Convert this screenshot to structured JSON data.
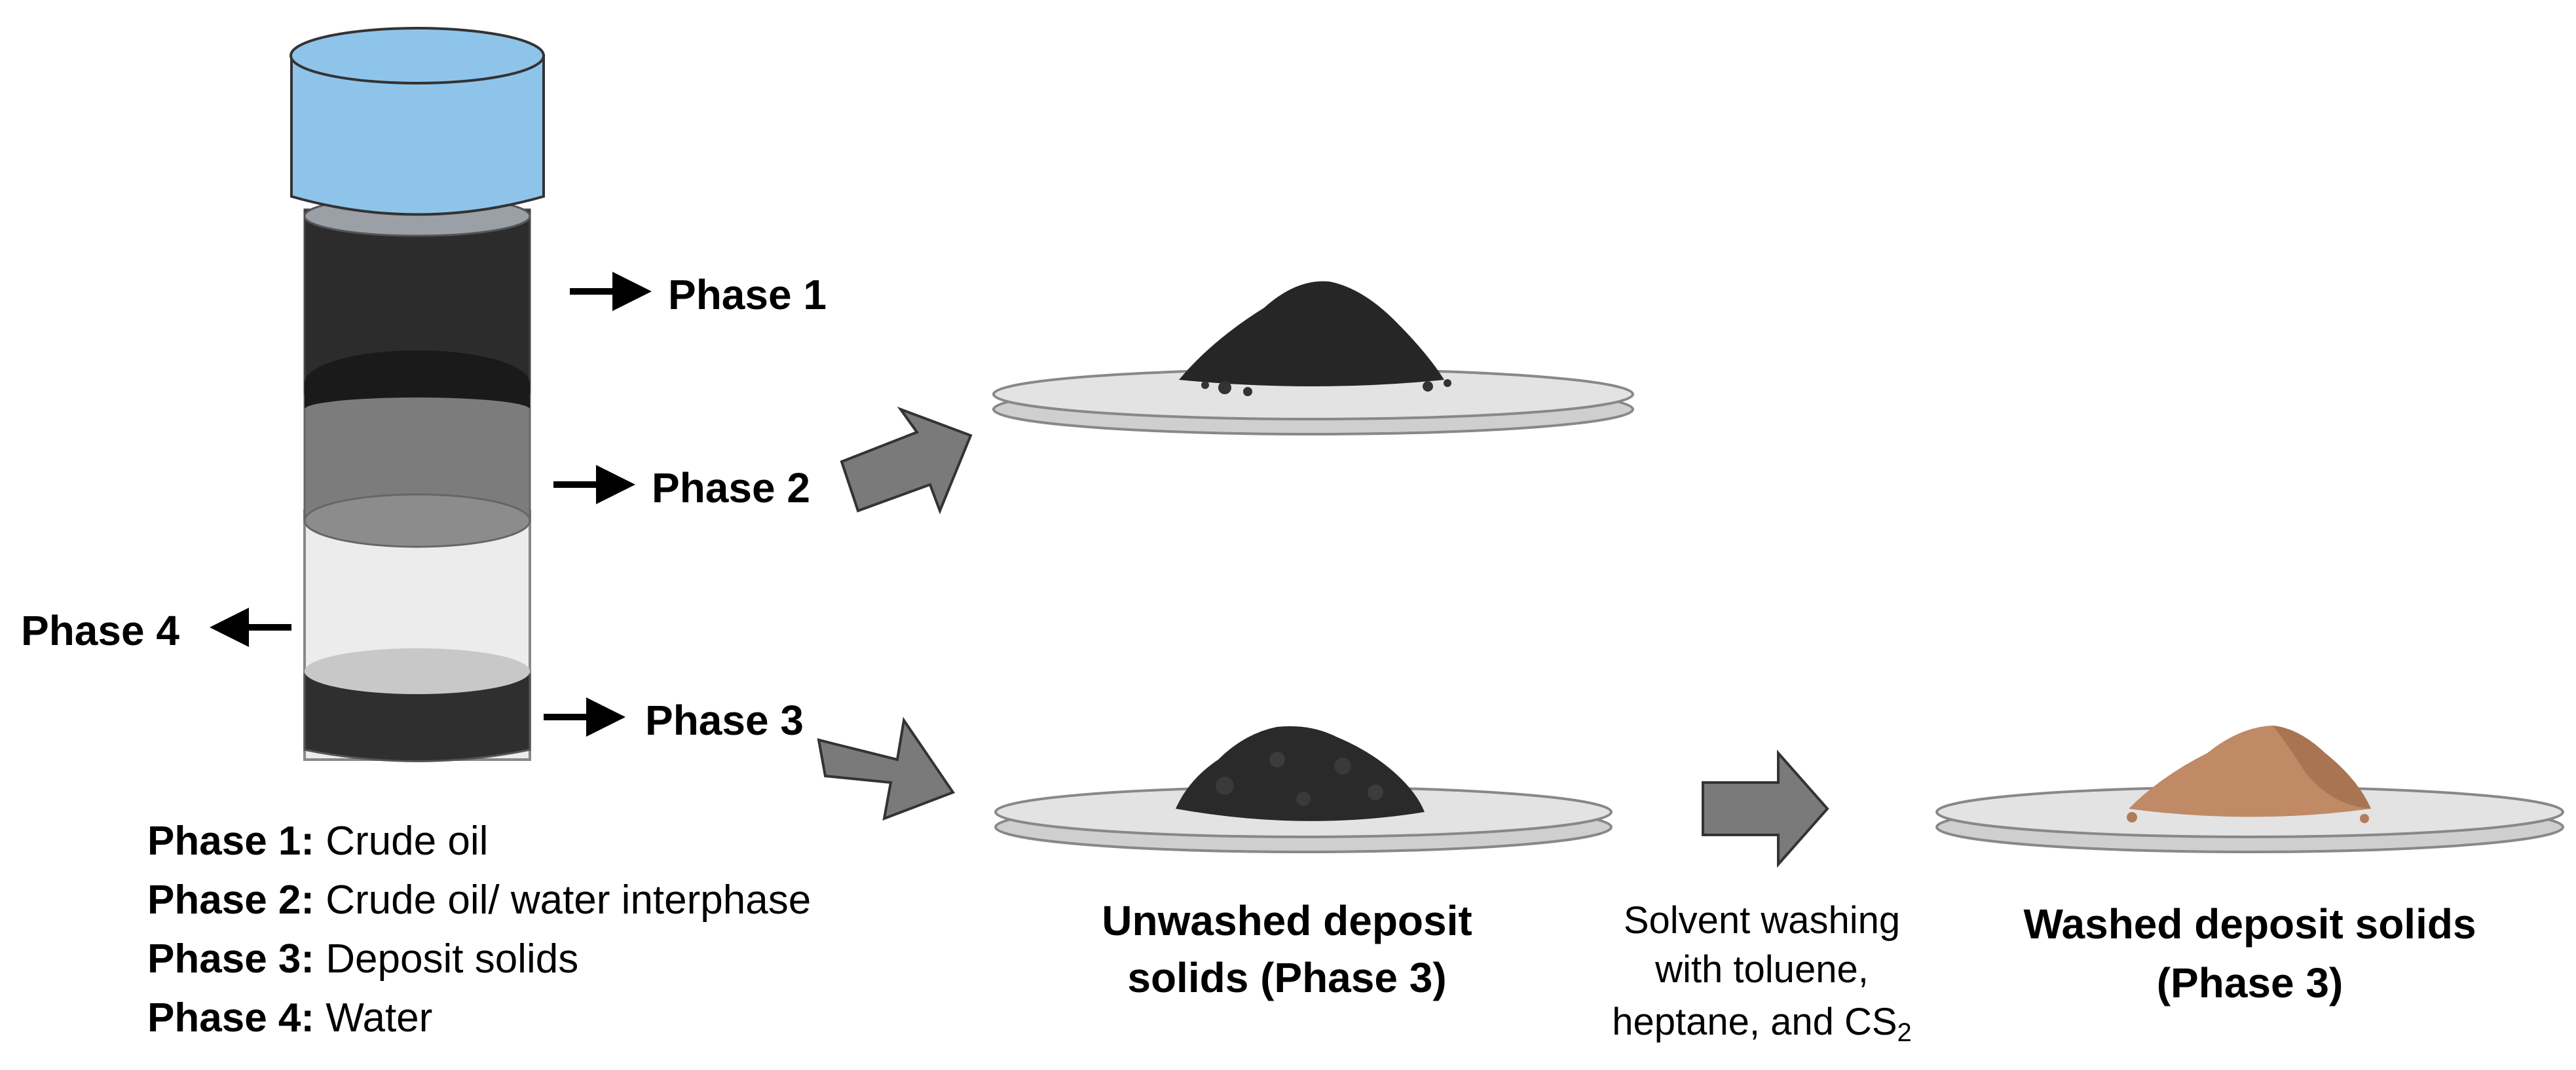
{
  "vial": {
    "labels": {
      "phase1": "Phase 1",
      "phase2": "Phase 2",
      "phase3": "Phase 3",
      "phase4": "Phase 4"
    }
  },
  "legend": [
    {
      "key": "Phase 1:",
      "value": " Crude oil"
    },
    {
      "key": "Phase 2:",
      "value": " Crude oil/ water interphase"
    },
    {
      "key": "Phase 3:",
      "value": " Deposit solids"
    },
    {
      "key": "Phase 4:",
      "value": " Water"
    }
  ],
  "captions": {
    "unwashed_line1": "Unwashed deposit",
    "unwashed_line2": "solids (Phase 3)",
    "washing_line1": "Solvent washing",
    "washing_line2": "with toluene,",
    "washing_line3_main": "heptane, and CS",
    "washing_line3_sub": "2",
    "washed_line1": "Washed deposit solids",
    "washed_line2": "(Phase 3)"
  },
  "colors": {
    "cap": "#8ec4ea",
    "crude_oil": "#2b2b2b",
    "interphase": "#7a7a7a",
    "water": "#e4e4e4",
    "deposit": "#2f2f2f",
    "arrow_fill": "#7a7a7a",
    "washed_pile": "#c08a66",
    "dish": "#d9d9d9"
  }
}
